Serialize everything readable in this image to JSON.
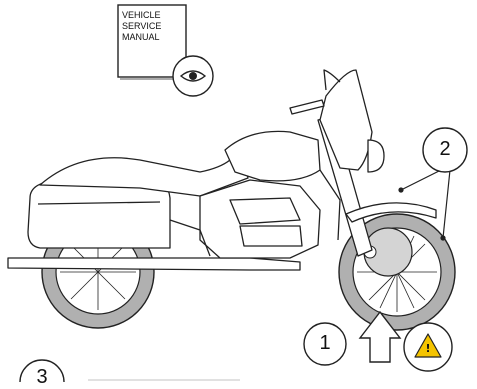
{
  "manual": {
    "lines": [
      "VEHICLE",
      "SERVICE",
      "MANUAL"
    ],
    "icon": "eye-icon"
  },
  "callouts": {
    "one": "1",
    "two": "2",
    "three": "3"
  },
  "icons": {
    "up_arrow": "up-arrow-icon",
    "warning": "warning-triangle-icon"
  },
  "colors": {
    "tire_gray": "#b0b0b0",
    "warning_yellow": "#f5c400",
    "line": "#222222"
  }
}
